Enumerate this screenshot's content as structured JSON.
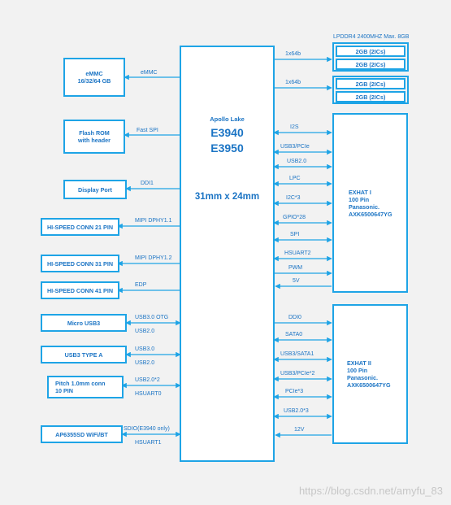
{
  "soc": {
    "line1": "Apollo Lake",
    "line2": "E3940",
    "line3": "E3950",
    "size": "31mm x 24mm"
  },
  "memory": {
    "title": "LPDDR4 2400MHZ Max. 8GB",
    "bus1": "1x64b",
    "bus2": "1x64b",
    "chips": [
      "2GB (2ICs)",
      "2GB (2ICs)",
      "2GB (2ICs)",
      "2GB (2ICs)"
    ]
  },
  "left": {
    "emmc": {
      "text": "eMMC\n16/32/64 GB",
      "signal": "eMMC"
    },
    "flash": {
      "text": "Flash ROM\nwith header",
      "signal": "Fast SPI"
    },
    "dp": {
      "text": "Display Port",
      "signal": "DDI1"
    },
    "conn21": {
      "text": "HI-SPEED CONN 21 PIN",
      "signal": "MIPI DPHY1.1"
    },
    "conn31": {
      "text": "HI-SPEED CONN 31 PIN",
      "signal": "MIPI DPHY1.2"
    },
    "conn41": {
      "text": "HI-SPEED CONN 41 PIN",
      "signal": "EDP"
    },
    "microusb": {
      "text": "Micro USB3",
      "sig1": "USB3.0 OTG",
      "sig2": "USB2.0"
    },
    "usb3a": {
      "text": "USB3 TYPE A",
      "sig1": "USB3.0",
      "sig2": "USB2.0"
    },
    "pitch": {
      "text": "Pitch 1.0mm conn\n10 PIN",
      "sig1": "USB2.0*2",
      "sig2": "HSUART0"
    },
    "wifi": {
      "text": "AP6355SD WiFi/BT",
      "sig1": "SDIO(E3940 only)",
      "sig2": "HSUART1"
    }
  },
  "exhat1": {
    "text": "EXHAT I\n100 Pin\nPanasonic.\nAXK6500647YG",
    "signals": [
      "I2S",
      "USB3/PCIe",
      "USB2.0",
      "LPC",
      "I2C*3",
      "GPIO*28",
      "SPI",
      "HSUART2",
      "PWM",
      "5V"
    ]
  },
  "exhat2": {
    "text": "EXHAT II\n100 Pin\nPanasonic.\nAXK6500647YG",
    "signals": [
      "DDI0",
      "SATA0",
      "USB3/SATA1",
      "USB3/PCIe*2",
      "PCIe*3",
      "USB2.0*3",
      "12V"
    ]
  },
  "watermark": "https://blog.csdn.net/amyfu_83",
  "colors": {
    "line": "#1ea4e6",
    "text": "#1b74c4",
    "background": "#f2f2f2"
  }
}
